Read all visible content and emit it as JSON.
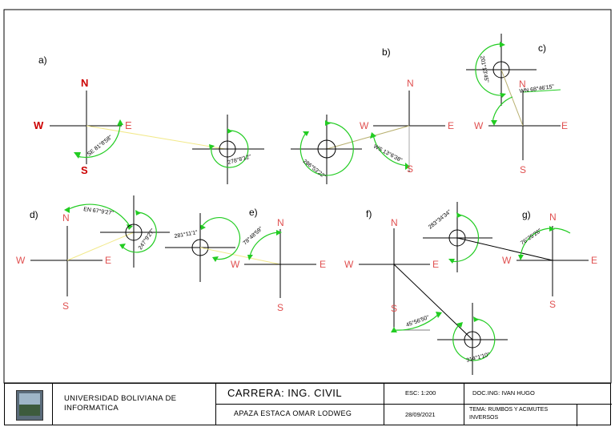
{
  "sections": [
    {
      "id": "a",
      "label": "a)"
    },
    {
      "id": "b",
      "label": "b)"
    },
    {
      "id": "c",
      "label": "c)"
    },
    {
      "id": "d",
      "label": "d)"
    },
    {
      "id": "e",
      "label": "e)"
    },
    {
      "id": "f",
      "label": "f)"
    },
    {
      "id": "g",
      "label": "g)"
    }
  ],
  "cardinals": {
    "n": "N",
    "s": "S",
    "e": "E",
    "w": "W"
  },
  "bearings": {
    "a1": "SE 81°8'58\"",
    "a2": "278°8'12\"",
    "b1": "286°53'22\"",
    "b2": "WS 13°6'38\"",
    "c1": "201°13'45\"",
    "c2": "WN 68°46'15\"",
    "d1": "EN 67°9'27\"",
    "d2": "247°9'27\"",
    "e1": "281°11'1\"",
    "e2": "78°48'59\"",
    "f1": "283°34'34\"",
    "f2": "45°56'50\"",
    "f3": "314°1'10\"",
    "g1": "76°25'26\""
  },
  "title_block": {
    "university": "UNIVERSIDAD BOLIVIANA DE INFORMATICA",
    "career": "CARRERA: ING. CIVIL",
    "author": "APAZA ESTACA OMAR LODWEG",
    "scale": "ESC: 1:200",
    "date": "28/09/2021",
    "teacher": "DOC.ING: IVAN HUGO",
    "topic": "TEMA: RUMBOS Y ACIMUTES INVERSOS"
  },
  "colors": {
    "cardinal_red": "#cc0000",
    "cardinal_pink": "#e05050",
    "arrow_green": "#22cc22",
    "connector_yellow": "#f2e98a",
    "ink": "#000000"
  }
}
